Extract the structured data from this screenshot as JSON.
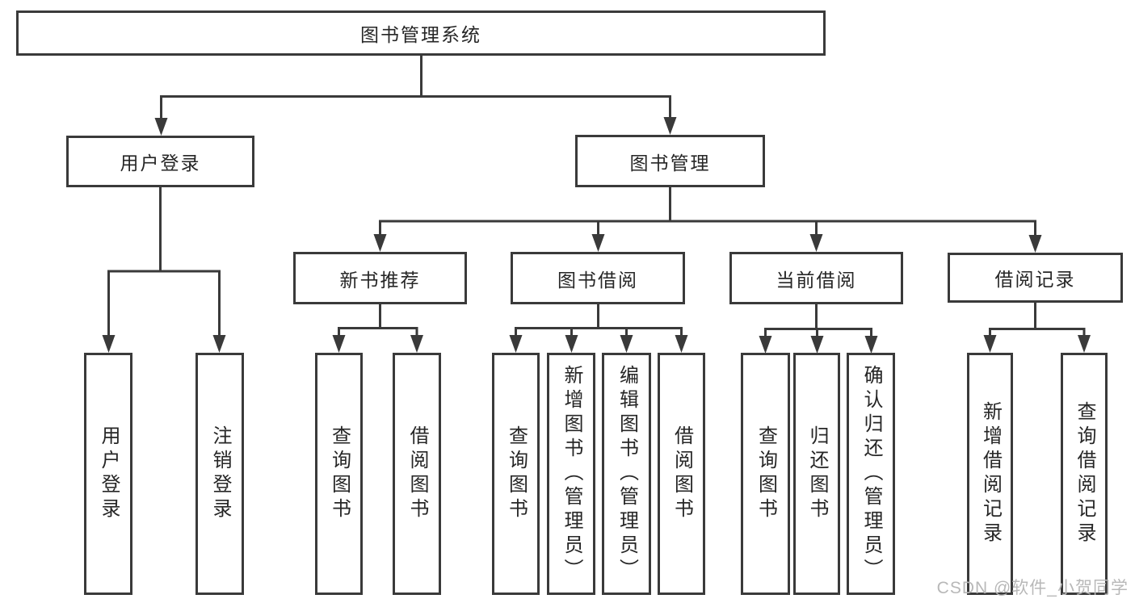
{
  "diagram": {
    "root": {
      "label": "图书管理系统"
    },
    "level2": {
      "user_login": "用户登录",
      "book_management": "图书管理"
    },
    "level3": {
      "new_book_recommend": "新书推荐",
      "book_borrowing": "图书借阅",
      "current_borrowing": "当前借阅",
      "borrowing_records": "借阅记录"
    },
    "leaves": {
      "user_login": "用户登录",
      "logout_login": "注销登录",
      "recommend_query_books": "查询图书",
      "recommend_borrow_books": "借阅图书",
      "borrowing_query_books": "查询图书",
      "borrowing_add_books_admin": "新增图书（管理员）",
      "borrowing_edit_books_admin": "编辑图书（管理员）",
      "borrowing_borrow_books": "借阅图书",
      "current_query_books": "查询图书",
      "current_return_books": "归还图书",
      "current_confirm_return_admin": "确认归还（管理员）",
      "records_add_record": "新增借阅记录",
      "records_query_record": "查询借阅记录"
    },
    "watermark": "CSDN @软件_小贺同学"
  },
  "colors": {
    "line": "#3a3a3a",
    "text": "#262626",
    "watermark": "#b8b8b8",
    "background": "#ffffff"
  }
}
